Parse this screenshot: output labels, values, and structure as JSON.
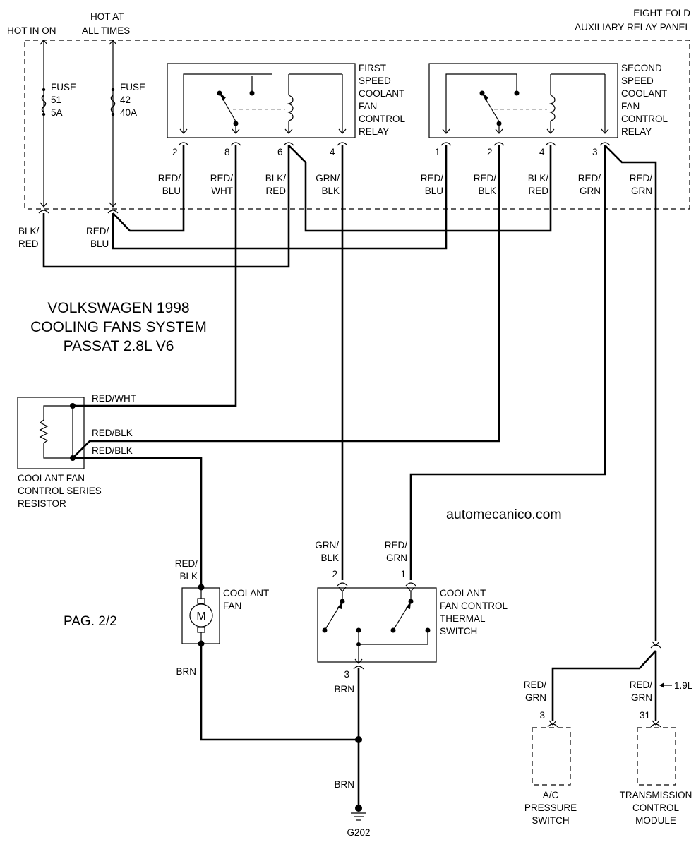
{
  "header": {
    "hot_in_on": "HOT IN ON",
    "hot_at_line1": "HOT AT",
    "hot_at_line2": "ALL TIMES",
    "panel_line1": "EIGHT FOLD",
    "panel_line2": "AUXILIARY RELAY PANEL"
  },
  "fuses": {
    "fuse51": [
      "FUSE",
      "51",
      "5A"
    ],
    "fuse42": [
      "FUSE",
      "42",
      "40A"
    ]
  },
  "relay1": {
    "label": [
      "FIRST",
      "SPEED",
      "COOLANT",
      "FAN",
      "CONTROL",
      "RELAY"
    ],
    "pins": [
      "2",
      "8",
      "6",
      "4"
    ],
    "wires": [
      [
        "RED/",
        "BLU"
      ],
      [
        "RED/",
        "WHT"
      ],
      [
        "BLK/",
        "RED"
      ],
      [
        "GRN/",
        "BLK"
      ]
    ]
  },
  "relay2": {
    "label": [
      "SECOND",
      "SPEED",
      "COOLANT",
      "FAN",
      "CONTROL",
      "RELAY"
    ],
    "pins": [
      "1",
      "2",
      "4",
      "3"
    ],
    "wires": [
      [
        "RED/",
        "BLU"
      ],
      [
        "RED/",
        "BLK"
      ],
      [
        "BLK/",
        "RED"
      ],
      [
        "RED/",
        "GRN"
      ],
      [
        "RED/",
        "GRN"
      ]
    ]
  },
  "left_wires": {
    "blk_red": [
      "BLK/",
      "RED"
    ],
    "red_blu": [
      "RED/",
      "BLU"
    ]
  },
  "title": [
    "VOLKSWAGEN 1998",
    "COOLING FANS SYSTEM",
    "PASSAT 2.8L V6"
  ],
  "resistor": {
    "label": [
      "COOLANT FAN",
      "CONTROL SERIES",
      "RESISTOR"
    ],
    "wire_top": "RED/WHT",
    "wire_mid": "RED/BLK",
    "wire_bot": "RED/BLK"
  },
  "watermark": "automecanico.com",
  "page": "PAG. 2/2",
  "fan": {
    "label": [
      "COOLANT",
      "FAN"
    ],
    "motor": "M",
    "wire_top": [
      "RED/",
      "BLK"
    ],
    "wire_bot": "BRN"
  },
  "thermal": {
    "label": [
      "COOLANT",
      "FAN CONTROL",
      "THERMAL",
      "SWITCH"
    ],
    "pin_left": "2",
    "pin_right": "1",
    "pin_bottom": "3",
    "wire_left": [
      "GRN/",
      "BLK"
    ],
    "wire_right": [
      "RED/",
      "GRN"
    ],
    "wire_bottom": "BRN"
  },
  "ground": {
    "wire": "BRN",
    "name": "G202"
  },
  "ac": {
    "wire": [
      "RED/",
      "GRN"
    ],
    "pin": "3",
    "label": [
      "A/C",
      "PRESSURE",
      "SWITCH"
    ]
  },
  "tcm": {
    "wire": [
      "RED/",
      "GRN"
    ],
    "pin": "31",
    "note": "1.9L",
    "label": [
      "TRANSMISSION",
      "CONTROL",
      "MODULE"
    ]
  }
}
